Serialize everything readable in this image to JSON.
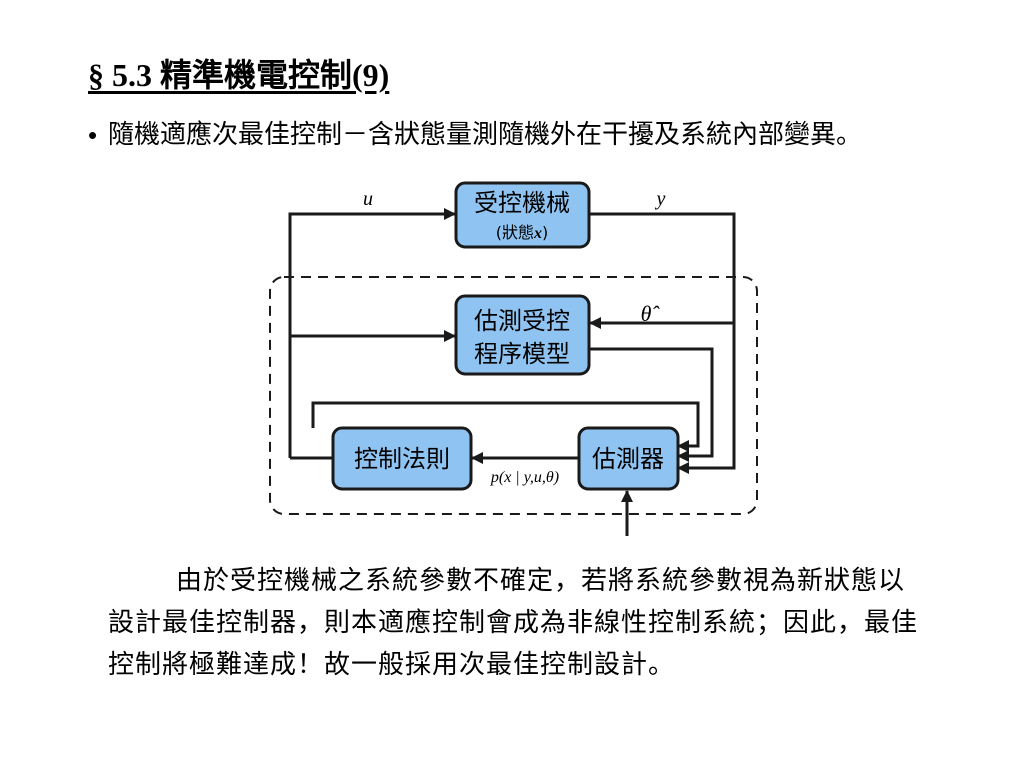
{
  "slide": {
    "title": "§ 5.3 精準機電控制(9)",
    "bullet_marker": "•",
    "bullet": "隨機適應次最佳控制－含狀態量測隨機外在干擾及系統內部變異。",
    "paragraph": "由於受控機械之系統參數不確定，若將系統參數視為新狀態以設計最佳控制器，則本適應控制會成為非線性控制系統；因此，最佳控制將極難達成！故一般採用次最佳控制設計。"
  },
  "diagram": {
    "plant": {
      "label": "受控機械",
      "sub_prefix": "(狀態",
      "sub_var": "x",
      "sub_suffix": ")"
    },
    "model": {
      "line1": "估測受控",
      "line2": "程序模型"
    },
    "controller": {
      "label": "控制法則"
    },
    "estimator": {
      "label": "估測器"
    },
    "signal_u": "u",
    "signal_y": "y",
    "signal_theta": "θ̂",
    "signal_p": "p(x | y,u,θ)",
    "box_fill": "#8fc4f2",
    "line_color": "#1a1a1a"
  }
}
